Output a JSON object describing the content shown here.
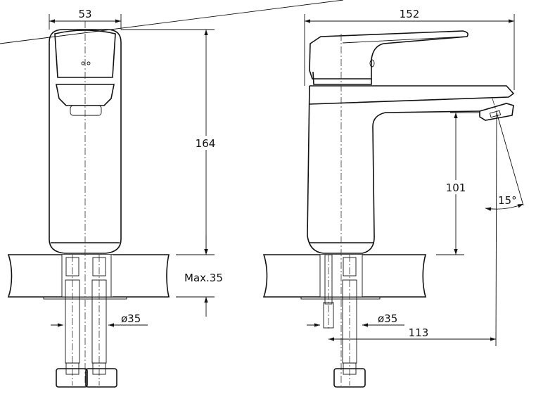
{
  "front_view": {
    "width_dim": "53",
    "height_dim": "164",
    "counter_thickness_dim": "Max.35",
    "hole_diameter_dim": "ø35"
  },
  "side_view": {
    "length_dim": "152",
    "spout_height_dim": "101",
    "angle_dim": "15°",
    "hole_diameter_dim": "ø35",
    "reach_dim": "113"
  },
  "colors": {
    "line": "#111111",
    "background": "#ffffff"
  }
}
